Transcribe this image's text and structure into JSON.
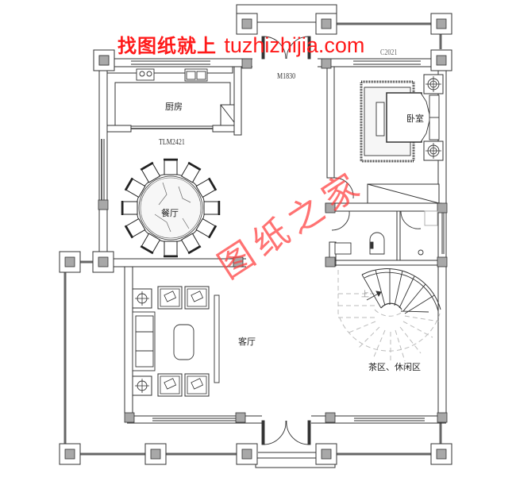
{
  "watermark": {
    "top_text_cn": "找图纸就上",
    "top_text_url": "tuzhizhijia.com",
    "diagonal_text": "图纸之家",
    "color": "#ff1a1a"
  },
  "rooms": [
    {
      "id": "kitchen",
      "label": "厨房"
    },
    {
      "id": "dining",
      "label": "餐厅"
    },
    {
      "id": "bedroom",
      "label": "卧室"
    },
    {
      "id": "living",
      "label": "客厅"
    },
    {
      "id": "tea",
      "label": "茶区、休闲区"
    }
  ],
  "openings": [
    {
      "id": "main-door",
      "code": "M1830"
    },
    {
      "id": "kitchen-sliding-door",
      "code": "TLM2421"
    },
    {
      "id": "bedroom-window",
      "code": "C2021"
    }
  ],
  "stair": {
    "direction_label": "上"
  },
  "colors": {
    "wall_line": "#333333",
    "column_fill": "#a8a8a8",
    "stair_dashed": "#bbbbbb"
  }
}
